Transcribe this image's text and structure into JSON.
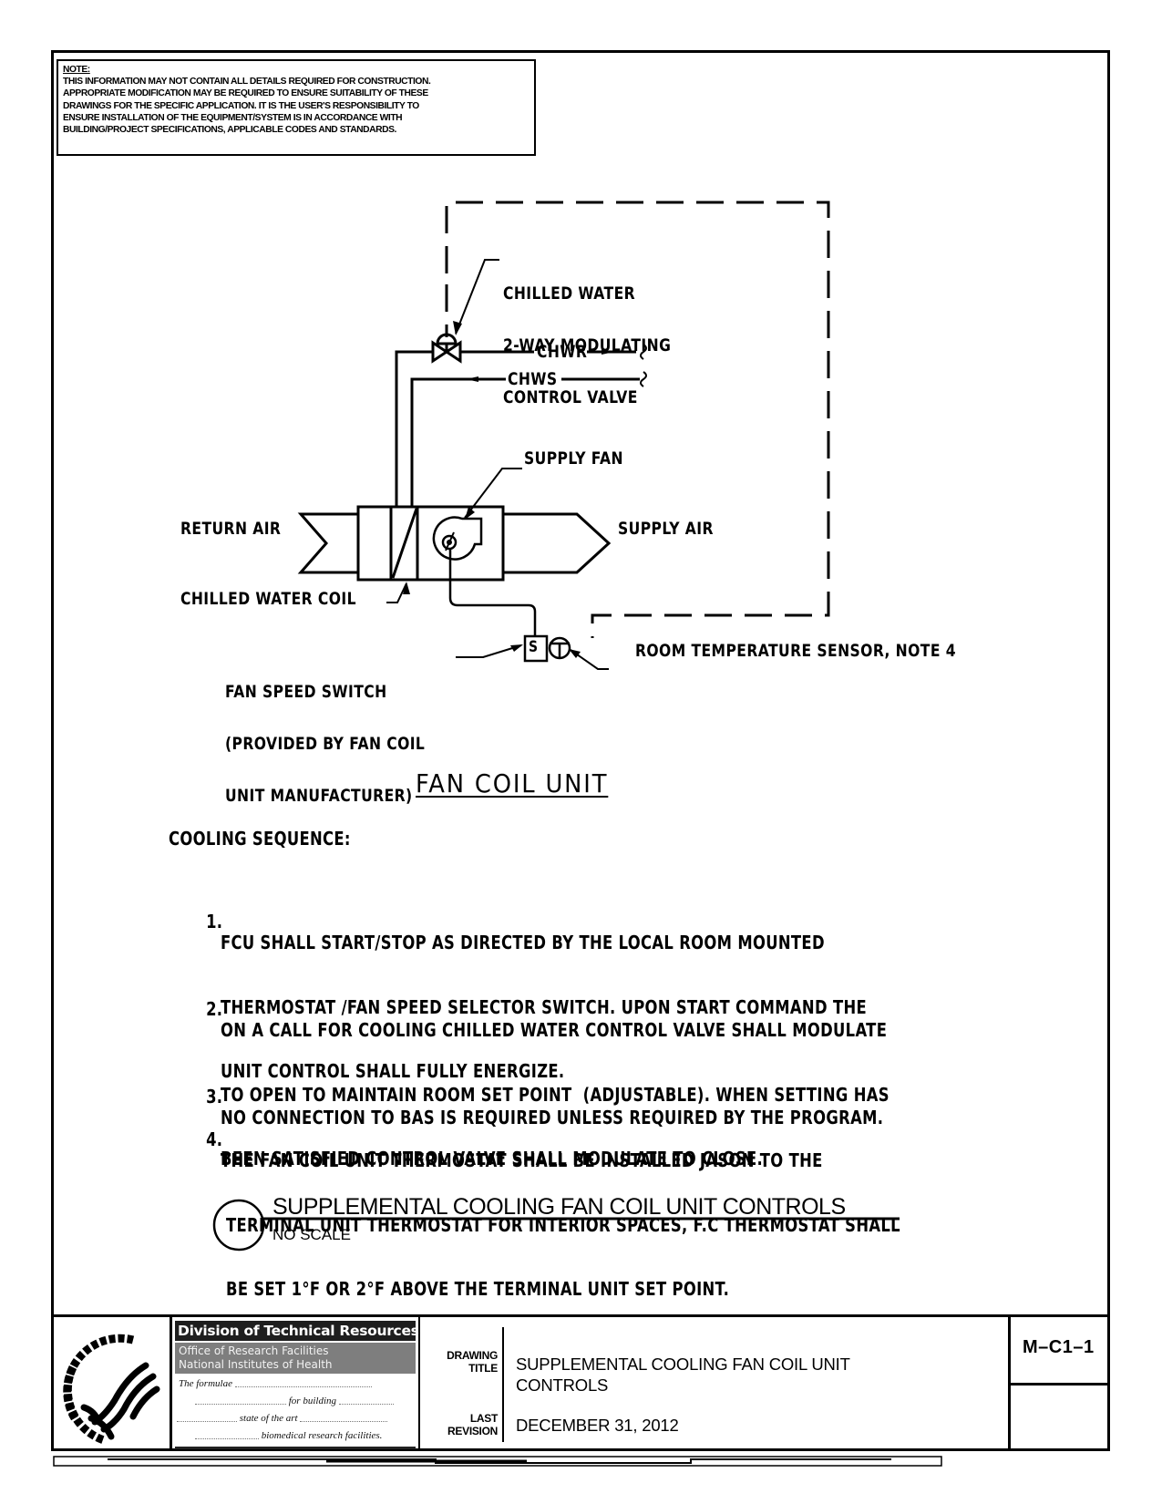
{
  "note": {
    "heading": "NOTE:",
    "lines": [
      "THIS INFORMATION MAY NOT CONTAIN ALL DETAILS REQUIRED FOR CONSTRUCTION.",
      "APPROPRIATE MODIFICATION MAY BE REQUIRED TO ENSURE SUITABILITY OF THESE",
      "DRAWINGS FOR THE SPECIFIC APPLICATION.  IT IS THE USER'S RESPONSIBILITY TO",
      "ENSURE INSTALLATION OF THE EQUIPMENT/SYSTEM IS IN ACCORDANCE WITH",
      "BUILDING/PROJECT SPECIFICATIONS, APPLICABLE CODES AND STANDARDS."
    ]
  },
  "diagram": {
    "labels": {
      "valve": [
        "CHILLED WATER",
        "2-WAY MODULATING",
        "CONTROL VALVE"
      ],
      "chwr": "CHWR",
      "chws": "CHWS",
      "supply_fan": "SUPPLY FAN",
      "return_air": "RETURN AIR",
      "supply_air": "SUPPLY AIR",
      "chilled_water_coil": "CHILLED WATER COIL",
      "fan_speed_switch": [
        "FAN SPEED SWITCH",
        "(PROVIDED BY FAN COIL",
        "UNIT MANUFACTURER)"
      ],
      "room_temp_sensor": "ROOM TEMPERATURE SENSOR, NOTE 4",
      "switch_symbol": "S"
    },
    "title": "FAN COIL UNIT"
  },
  "sequence": {
    "heading": "COOLING SEQUENCE:",
    "items": [
      {
        "num": "1.",
        "lines": [
          "FCU SHALL START/STOP AS DIRECTED BY THE LOCAL ROOM MOUNTED",
          "THERMOSTAT /FAN SPEED SELECTOR SWITCH. UPON START COMMAND THE",
          "UNIT CONTROL SHALL FULLY ENERGIZE."
        ]
      },
      {
        "num": "2.",
        "lines": [
          "ON A CALL FOR COOLING CHILLED WATER CONTROL VALVE SHALL MODULATE",
          "TO OPEN TO MAINTAIN ROOM SET POINT  (ADJUSTABLE). WHEN SETTING HAS",
          "BEEN SATISFIED CONTROL VALVE SHALL MODULATE TO CLOSE."
        ]
      },
      {
        "num": "3.",
        "lines": [
          "NO CONNECTION TO BAS IS REQUIRED UNLESS REQUIRED BY THE PROGRAM."
        ]
      },
      {
        "num": "4.",
        "lines": [
          "THE FAN COIL UNIT THERMOSTAT SHALL BE INSTALLED JASON TO THE",
          " TERMINAL UNIT THERMOSTAT FOR INTERIOR SPACES, F.C THERMOSTAT SHALL",
          " BE SET 1°F OR 2°F ABOVE THE TERMINAL UNIT SET POINT."
        ]
      }
    ]
  },
  "detail": {
    "title": "SUPPLEMENTAL COOLING FAN COIL UNIT CONTROLS",
    "scale": "NO SCALE"
  },
  "title_block": {
    "org": {
      "division": "Division of Technical Resources",
      "office": "Office of Research Facilities",
      "institute": "National Institutes of Health",
      "formula_text": [
        "The formulae",
        "for building",
        "state of the art",
        "biomedical research facilities."
      ]
    },
    "drawing_title_label": [
      "DRAWING",
      "TITLE"
    ],
    "drawing_title": [
      "SUPPLEMENTAL COOLING FAN COIL UNIT",
      "CONTROLS"
    ],
    "last_revision_label": [
      "LAST",
      "REVISION"
    ],
    "last_revision": "DECEMBER 31, 2012",
    "sheet_number": "M–C1–1"
  }
}
